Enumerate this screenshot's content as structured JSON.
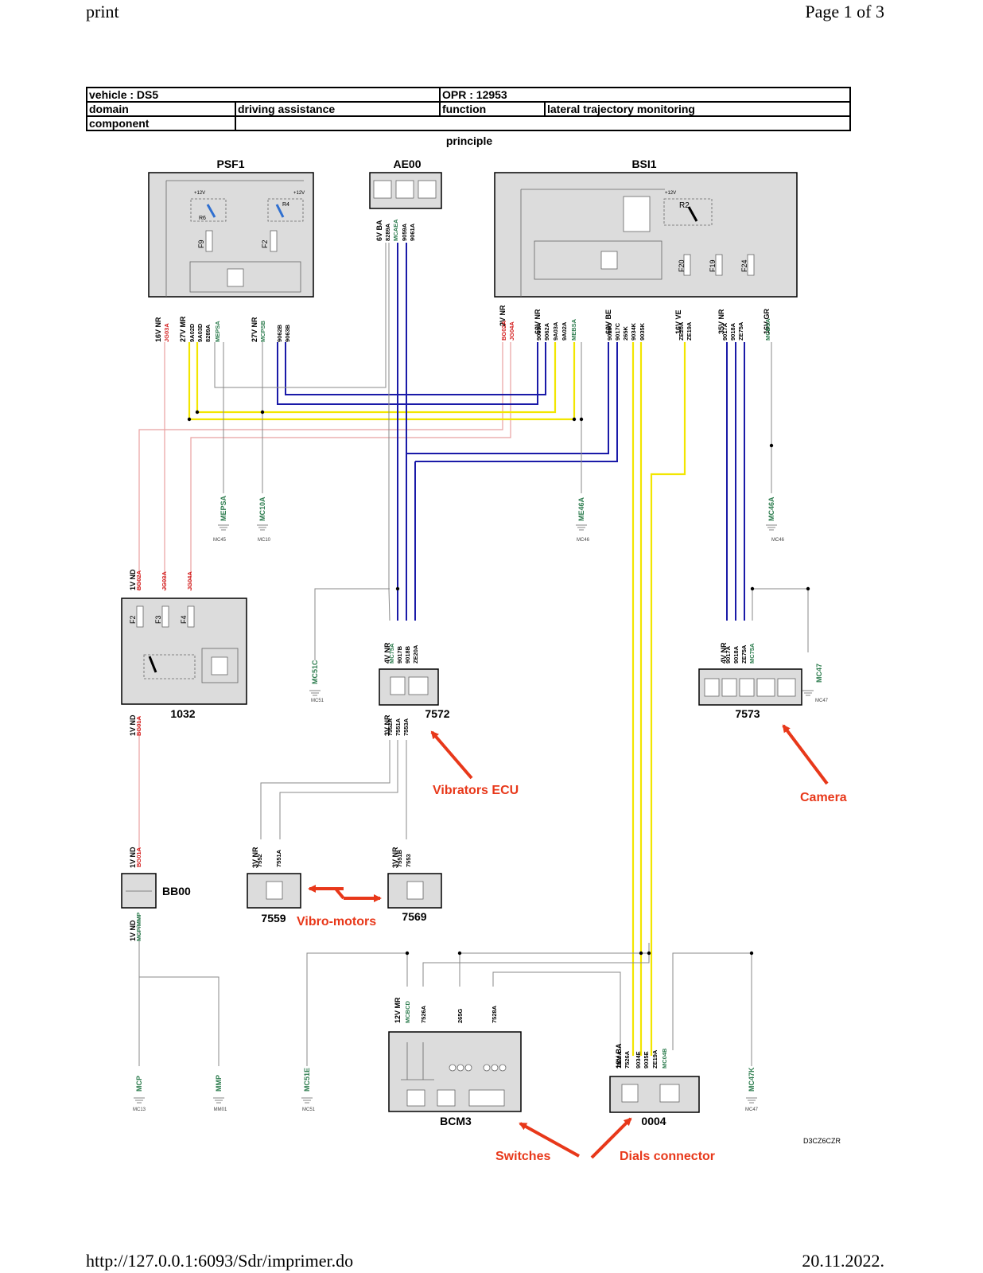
{
  "page": {
    "print_label": "print",
    "page_number": "Page 1 of 3",
    "footer_url": "http://127.0.0.1:6093/Sdr/imprimer.do",
    "footer_date": "20.11.2022."
  },
  "info_table": {
    "vehicle": "vehicle : DS5",
    "opr": "OPR : 12953",
    "domain_label": "domain",
    "domain_value": "driving assistance",
    "function_label": "function",
    "function_value": "lateral trajectory monitoring",
    "component_label": "component",
    "component_value": ""
  },
  "diagram": {
    "view": "principle",
    "code": "D3CZ6CZR",
    "components": {
      "psf1": "PSF1",
      "ae00": "AE00",
      "bsi1": "BSI1",
      "c1032": "1032",
      "c7572": "7572",
      "c7573": "7573",
      "bb00": "BB00",
      "c7559": "7559",
      "c7569": "7569",
      "bcm3": "BCM3",
      "c0004": "0004"
    },
    "fuses": {
      "f9": "F9",
      "f2": "F2",
      "r6": "R6",
      "r4": "R4",
      "r2": "R2",
      "f20": "F20",
      "f19": "F19",
      "f24": "F24",
      "f2b": "F2",
      "f3": "F3",
      "f4": "F4"
    },
    "supply": "+12V",
    "connectors": {
      "psf1_a": "16V NR",
      "psf1_b": "27V MR",
      "psf1_c": "27V NR",
      "ae00": "6V BA",
      "bsi1_a": "2V NR",
      "bsi1_b": "60V NR",
      "bsi1_c": "60V BE",
      "bsi1_d": "16V VE",
      "bsi1_e": "35V NR",
      "bsi1_f": "16V GR",
      "c1032_top": "1V ND",
      "c1032_bot": "1V ND",
      "c7572_top": "4V NR",
      "c7572_bot": "3V NR",
      "c7573": "4V NR",
      "bb00_top": "1V ND",
      "bb00_bot": "1V ND",
      "c7559": "3V NR",
      "c7569": "3V NR",
      "bcm3": "12V MR",
      "c0004": "18V BA"
    },
    "wires": {
      "psf1": [
        "JG03A",
        "9A02D",
        "9A03D",
        "8289A",
        "MEPSA",
        "MCPSB",
        "9062B",
        "9063B"
      ],
      "ae00": [
        "8289A",
        "MCAEA",
        "9059A",
        "9061A"
      ],
      "bsi1": [
        "BG02A",
        "JG04A",
        "9063A",
        "9062A",
        "9A03A",
        "9A02A",
        "MEBSA",
        "9018C",
        "9017C",
        "265K",
        "9034K",
        "9035K",
        "ZE20A",
        "ZE19A",
        "9017A",
        "9018A",
        "ZE75A",
        "MCBSA"
      ],
      "c1032_top": [
        "BG02A",
        "JG03A",
        "JG04A"
      ],
      "c1032_bot": [
        "BG01A"
      ],
      "c7572_top": [
        "MC75A",
        "9017B",
        "9018B",
        "ZE20A"
      ],
      "c7572_bot": [
        "7552A",
        "7551A",
        "7553A"
      ],
      "c7573": [
        "9017A",
        "9018A",
        "ZE75A",
        "MC75A"
      ],
      "bb00_top": [
        "BG01A"
      ],
      "bb00_bot": [
        "MCP/MMP"
      ],
      "c7559": [
        "7552",
        "7551A"
      ],
      "c7569": [
        "7551B",
        "7553"
      ],
      "bcm3": [
        "MCBCD",
        "7526A",
        "265G",
        "7528A"
      ],
      "c0004": [
        "7528A",
        "7526A",
        "9034E",
        "9035E",
        "ZE19A",
        "MC04B"
      ]
    },
    "grounds": {
      "mepsa": "MEPSA",
      "mc45": "MC45",
      "mc10a": "MC10A",
      "mc10": "MC10",
      "me46a": "ME46A",
      "mc46": "MC46",
      "mc46a": "MC46A",
      "mc46b": "MC46",
      "mc51c": "MC51C",
      "mc51": "MC51",
      "mc47": "MC47",
      "mc47g": "MC47",
      "mcp": "MCP",
      "mc13": "MC13",
      "mmp": "MMP",
      "mm01": "MM01",
      "mc51e": "MC51E",
      "mc51b": "MC51",
      "mc47k": "MC47K",
      "mc47b": "MC47"
    },
    "annotations": {
      "vibrators_ecu": "Vibrators ECU",
      "camera": "Camera",
      "vibro_motors": "Vibro-motors",
      "switches": "Switches",
      "dials_connector": "Dials connector"
    },
    "colors": {
      "blue": "#1a1aa8",
      "yellow": "#f2e600",
      "red": "#e8a0a0",
      "green": "#2e7d4f",
      "grey": "#888888",
      "annotation": "#e8381a",
      "box_fill": "#dcdcdc"
    }
  }
}
